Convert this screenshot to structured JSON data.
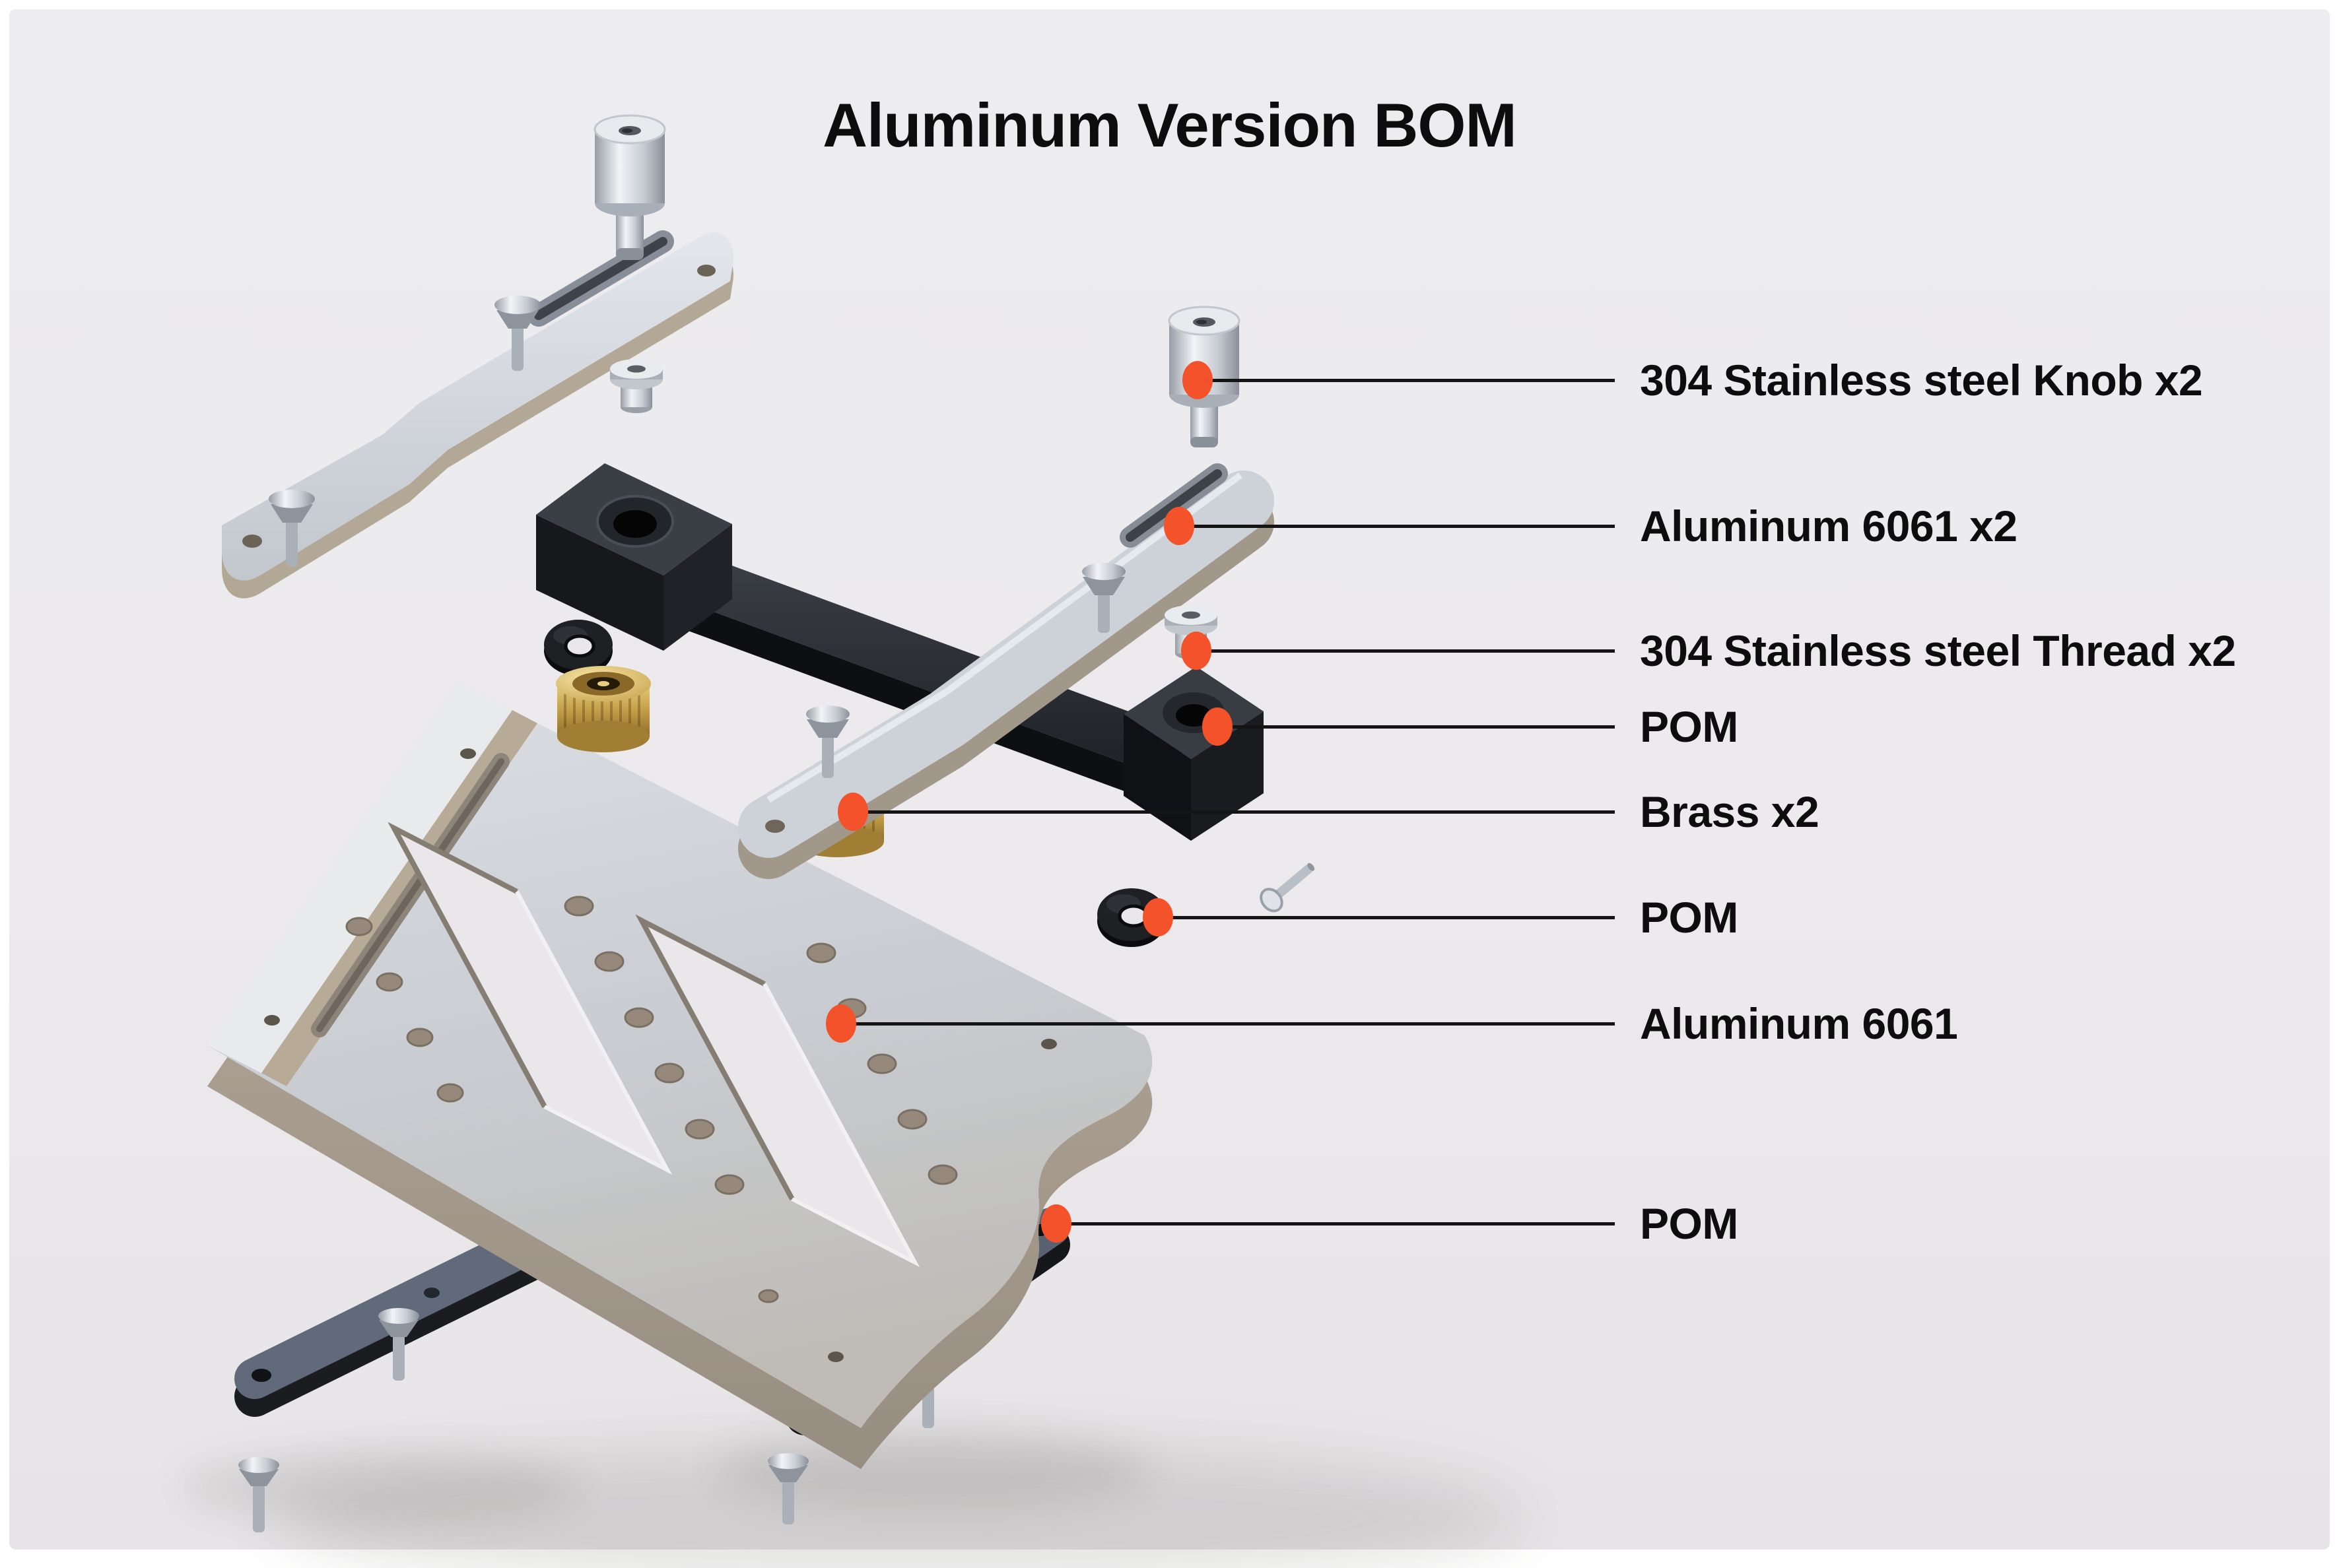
{
  "title": "Aluminum Version BOM",
  "colors": {
    "background": "#ECEAEC",
    "frame": "#FFFFFF",
    "accent_dot": "#F4522A",
    "leader_line": "#141414",
    "text": "#0D0D0D",
    "aluminum": "#CDD2D9",
    "aluminum_shadow": "#A89B8C",
    "pom_black": "#17181C",
    "pom_slate": "#5A6474",
    "brass": "#C9A44E",
    "steel": "#C6CBD2"
  },
  "callouts": [
    {
      "id": "knob",
      "label": "304 Stainless steel Knob x2"
    },
    {
      "id": "arm-pair",
      "label": "Aluminum 6061 x2"
    },
    {
      "id": "thread",
      "label": "304 Stainless steel Thread x2"
    },
    {
      "id": "pom-block",
      "label": "POM"
    },
    {
      "id": "brass",
      "label": "Brass x2"
    },
    {
      "id": "pom-washer",
      "label": "POM"
    },
    {
      "id": "plate",
      "label": "Aluminum 6061"
    },
    {
      "id": "pom-arm",
      "label": "POM"
    }
  ],
  "parts": [
    "stainless-knob-top",
    "stainless-knob-right",
    "aluminum-arm-top-left",
    "aluminum-arm-right",
    "pom-cross-arm",
    "pom-end-block",
    "thread-bushing-left",
    "thread-bushing-right",
    "pom-washer-left",
    "pom-washer-right",
    "brass-nut-left",
    "brass-nut-right",
    "aluminum-base-plate",
    "pom-arm-bottom-left",
    "pom-arm-bottom-right",
    "countersunk-screws"
  ]
}
